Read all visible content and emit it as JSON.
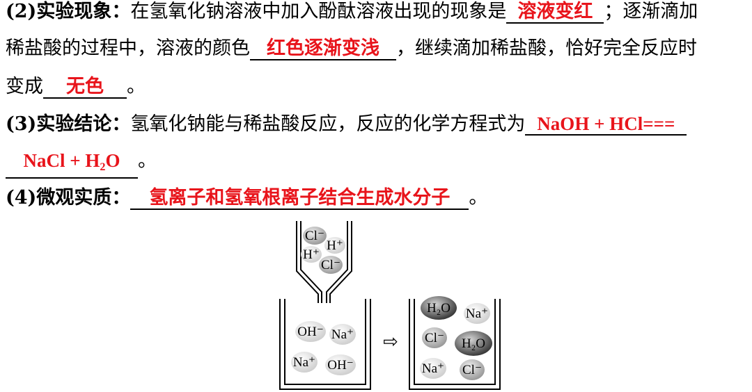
{
  "q2": {
    "label": "(2)实验现象：",
    "text1": "在氢氧化钠溶液中加入酚酞溶液出现的现象是",
    "answer1": "溶液变红",
    "text2": "；逐渐滴加",
    "text3": "稀盐酸的过程中，溶液的颜色",
    "answer2": "红色逐渐变浅",
    "text4": "，继续滴加稀盐酸，恰好完全反应时",
    "text5": "变成",
    "answer3": "无色",
    "text6": "。"
  },
  "q3": {
    "label": "(3)实验结论：",
    "text1": "氢氧化钠能与稀盐酸反应，反应的化学方程式为",
    "answer_part1": "NaOH + HCl===",
    "answer_part2a": "NaCl + H",
    "answer_sub": "2",
    "answer_part2b": "O",
    "text2": "。"
  },
  "q4": {
    "label": "(4)微观实质：",
    "answer": "氢离子和氢氧根离子结合生成水分子",
    "text1": "。"
  },
  "diagram": {
    "dropper_ions": [
      "Cl⁻",
      "H⁺",
      "H⁺",
      "Cl⁻"
    ],
    "beaker_left_ions": [
      "OH⁻",
      "Na⁺",
      "Na⁺",
      "OH⁻"
    ],
    "arrow": "⇨",
    "beaker_right_ions": [
      "H₂O",
      "Na⁺",
      "Cl⁻",
      "H₂O",
      "Na⁺",
      "Cl⁻"
    ]
  }
}
